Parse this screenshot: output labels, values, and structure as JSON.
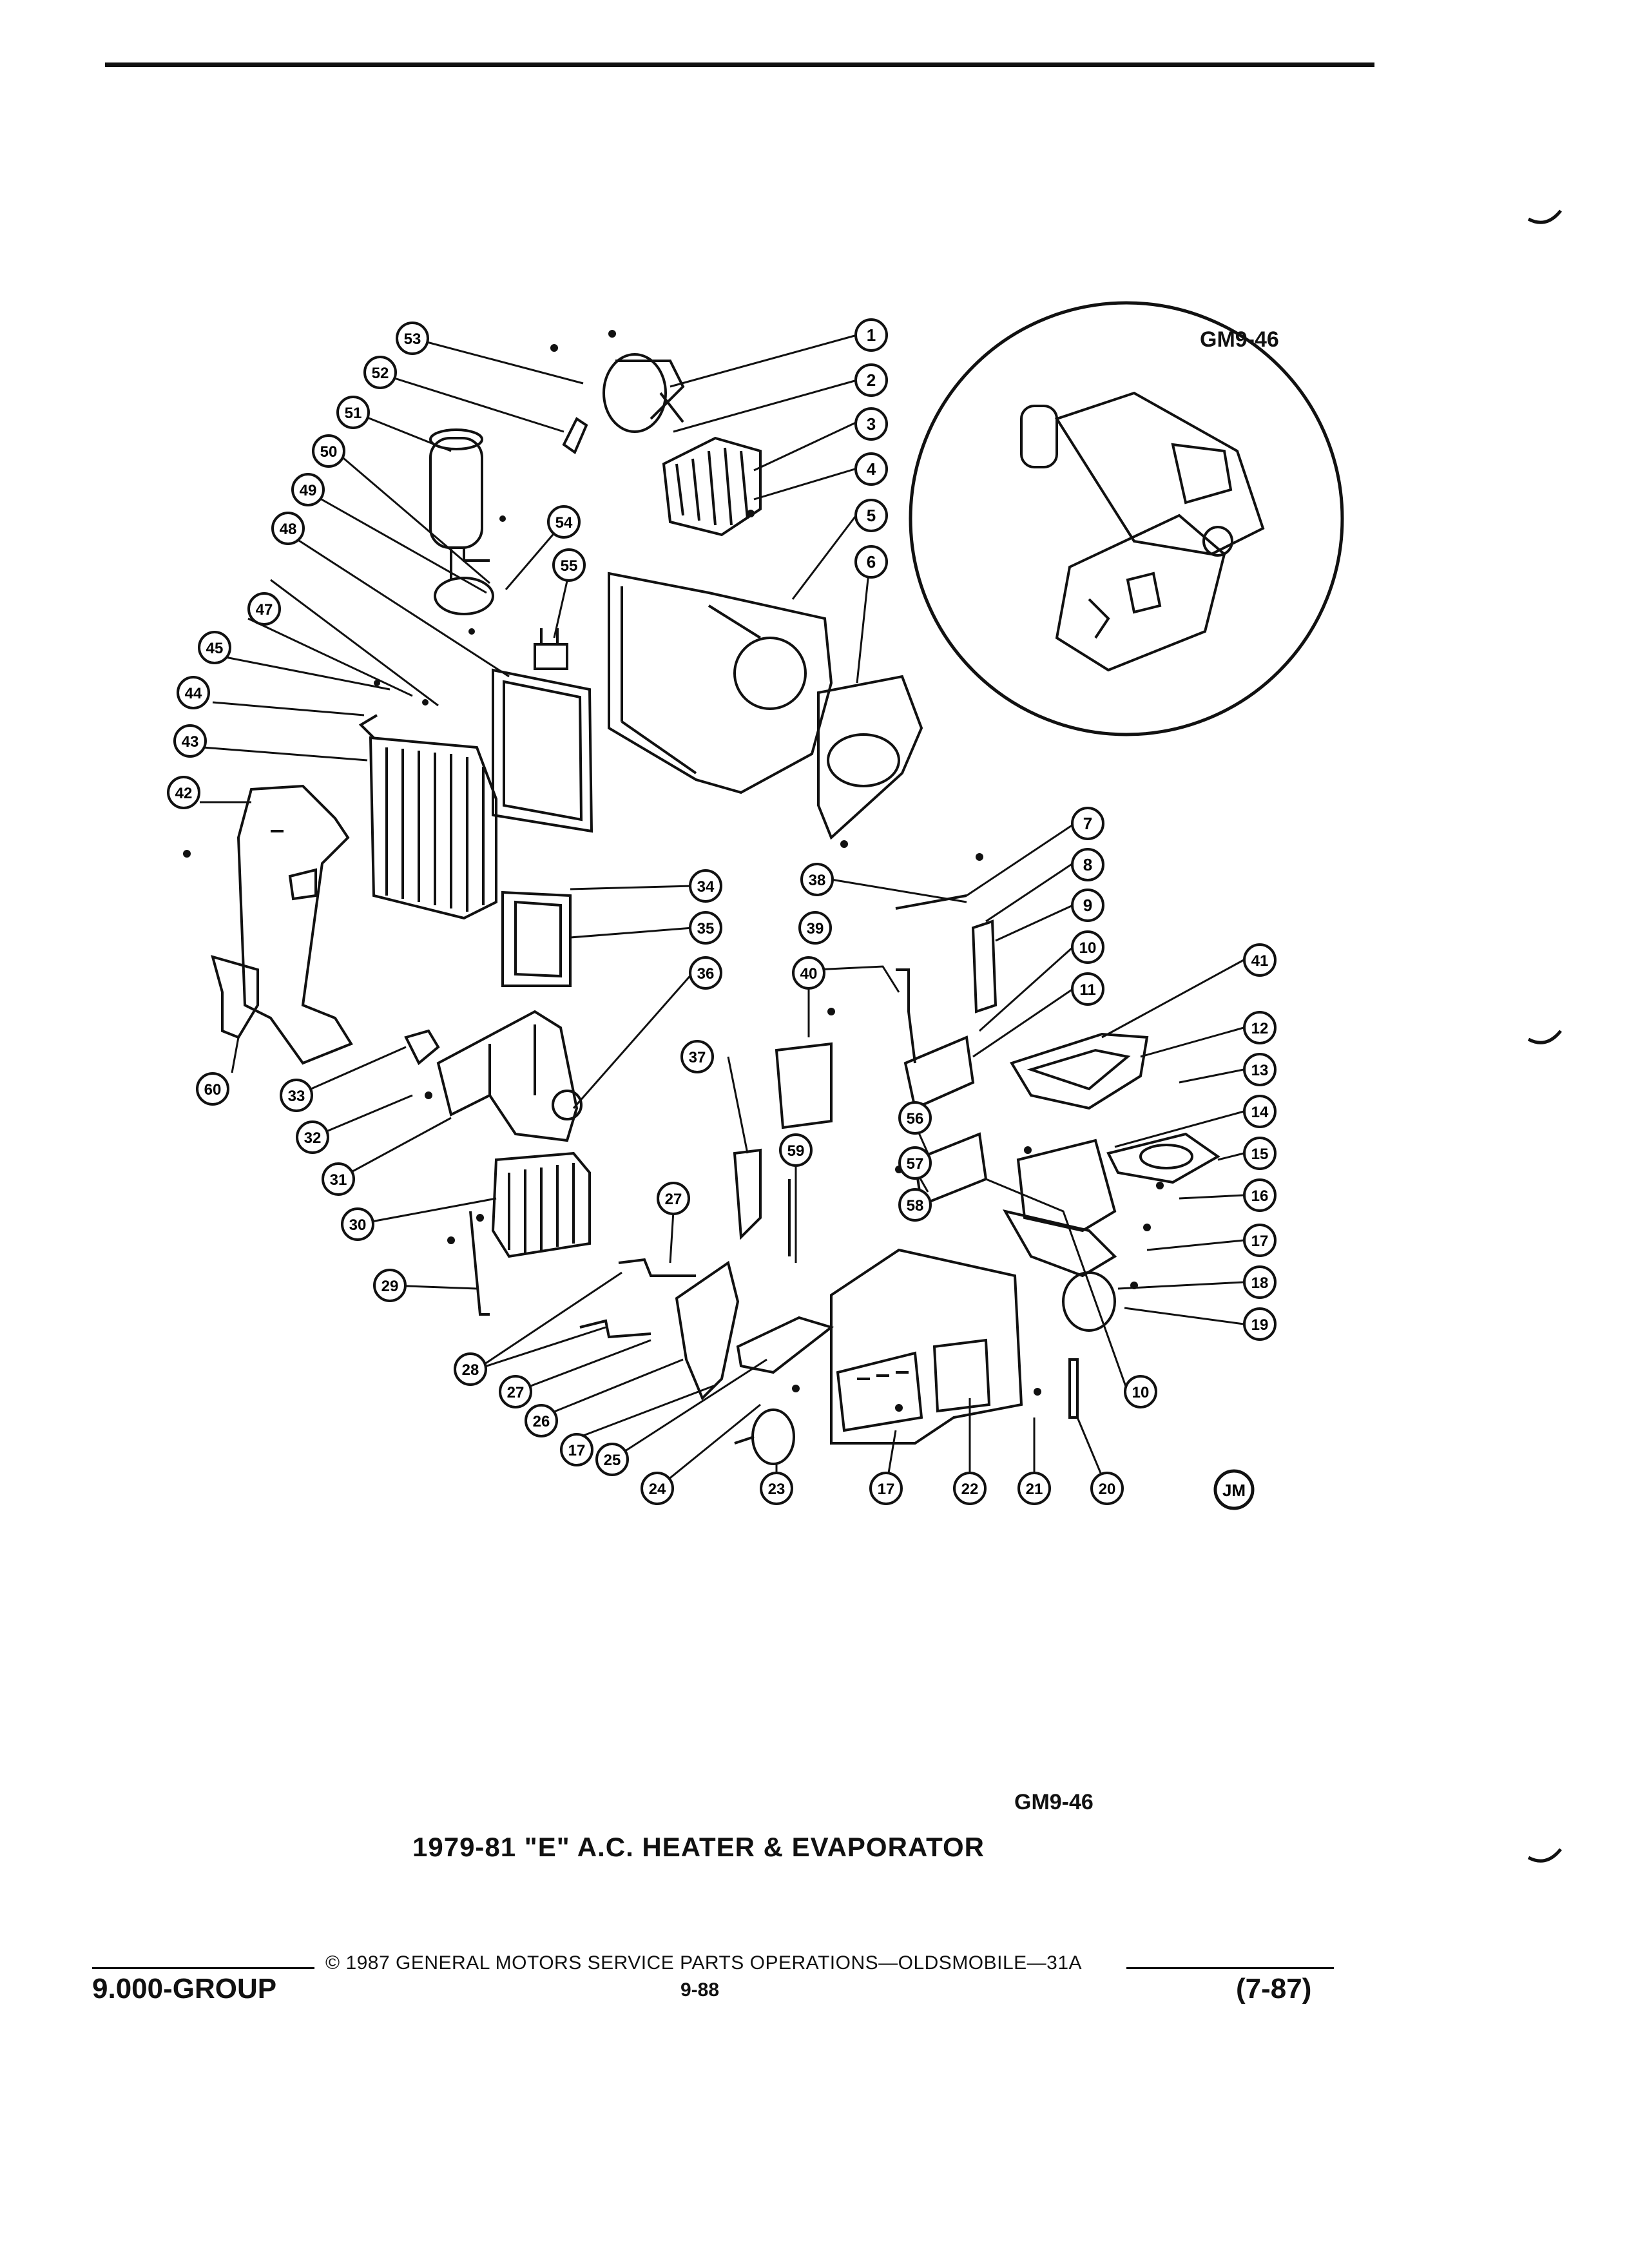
{
  "diagram": {
    "reference_top": "GM9-46",
    "reference_bottom": "GM9-46",
    "title": "1979-81 \"E\" A.C. HEATER & EVAPORATOR",
    "badge": "JM",
    "callouts": [
      "1",
      "2",
      "3",
      "4",
      "5",
      "6",
      "7",
      "8",
      "9",
      "10",
      "11",
      "12",
      "13",
      "14",
      "15",
      "16",
      "17",
      "18",
      "19",
      "20",
      "21",
      "22",
      "23",
      "24",
      "25",
      "26",
      "27",
      "28",
      "29",
      "30",
      "31",
      "32",
      "33",
      "34",
      "35",
      "36",
      "37",
      "38",
      "39",
      "40",
      "41",
      "42",
      "43",
      "44",
      "45",
      "47",
      "48",
      "49",
      "50",
      "51",
      "52",
      "53",
      "54",
      "55",
      "56",
      "57",
      "58",
      "59",
      "60"
    ],
    "duplicate_callouts": [
      "10",
      "17",
      "17",
      "17",
      "27"
    ]
  },
  "footer": {
    "copyright": "© 1987  GENERAL MOTORS SERVICE PARTS OPERATIONS—OLDSMOBILE—31A",
    "group": "9.000-GROUP",
    "page": "9-88",
    "date": "(7-87)"
  }
}
